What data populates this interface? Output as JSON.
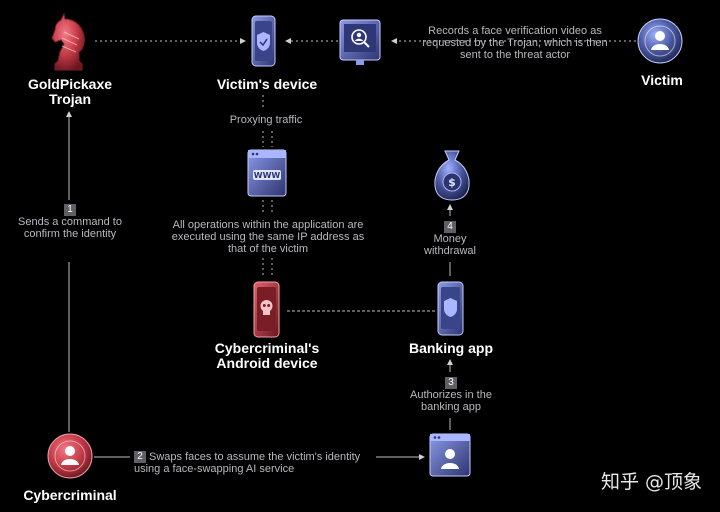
{
  "nodes": {
    "trojan": "GoldPickaxe Trojan",
    "victim_device": "Victim's device",
    "victim": "Victim",
    "criminal_device": "Cybercriminal's Android device",
    "banking_app": "Banking app",
    "cybercriminal": "Cybercriminal"
  },
  "notes": {
    "record_video": "Records a face verification video as requested by the Trojan, which is then sent to the threat actor",
    "proxying": "Proxying traffic",
    "same_ip": "All operations within the application are executed using the same IP address as that of the victim",
    "www_badge": "WWW"
  },
  "steps": [
    {
      "num": "1",
      "text": "Sends a command to confirm the identity"
    },
    {
      "num": "2",
      "text": "Swaps faces to assume the victim's identity using a face-swapping AI service"
    },
    {
      "num": "3",
      "text": "Authorizes in the banking app"
    },
    {
      "num": "4",
      "text": "Money withdrawal"
    }
  ],
  "watermark": "知乎 @顶象",
  "colors": {
    "background": "#000000",
    "red_accent": "#c43a47",
    "blue_accent": "#3d4a86",
    "muted_text": "#b8b8c0",
    "step_badge": "#5f5f66"
  },
  "icons": [
    "chess-knight-icon",
    "phone-shield-icon",
    "face-scan-icon",
    "user-icon",
    "www-browser-icon",
    "money-bag-icon",
    "phone-skull-icon",
    "browser-user-icon"
  ]
}
